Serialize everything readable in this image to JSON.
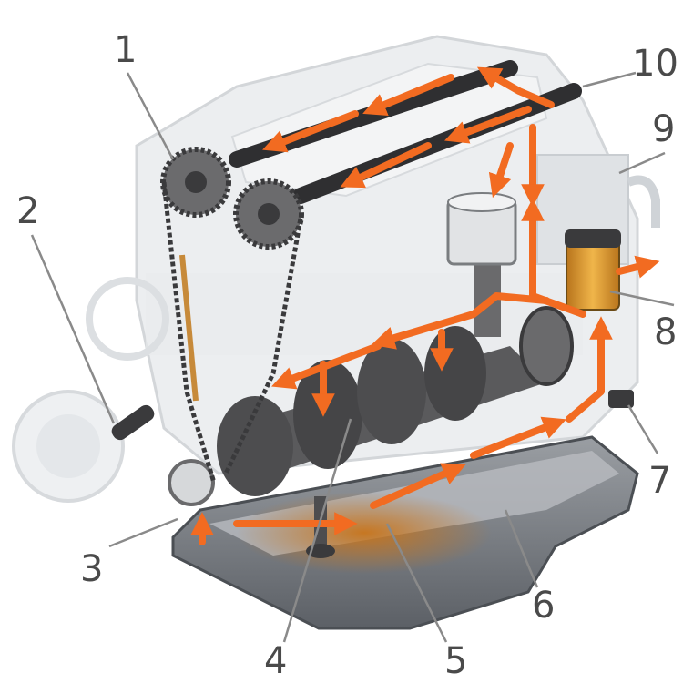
{
  "diagram": {
    "callouts": [
      {
        "id": "1",
        "label": "1"
      },
      {
        "id": "2",
        "label": "2"
      },
      {
        "id": "3",
        "label": "3"
      },
      {
        "id": "4",
        "label": "4"
      },
      {
        "id": "5",
        "label": "5"
      },
      {
        "id": "6",
        "label": "6"
      },
      {
        "id": "7",
        "label": "7"
      },
      {
        "id": "8",
        "label": "8"
      },
      {
        "id": "9",
        "label": "9"
      },
      {
        "id": "10",
        "label": "10"
      }
    ]
  },
  "colors": {
    "oil_flow_arrow": "#f26b21",
    "oil_pan_oil": "#c8741a",
    "oil_filter": "#d9962e",
    "crankshaft": "#4d4d4f",
    "engine_ghost": "#e4e6e8",
    "callout_text": "#4a4a4a",
    "leader_line": "#8a8a8a"
  }
}
